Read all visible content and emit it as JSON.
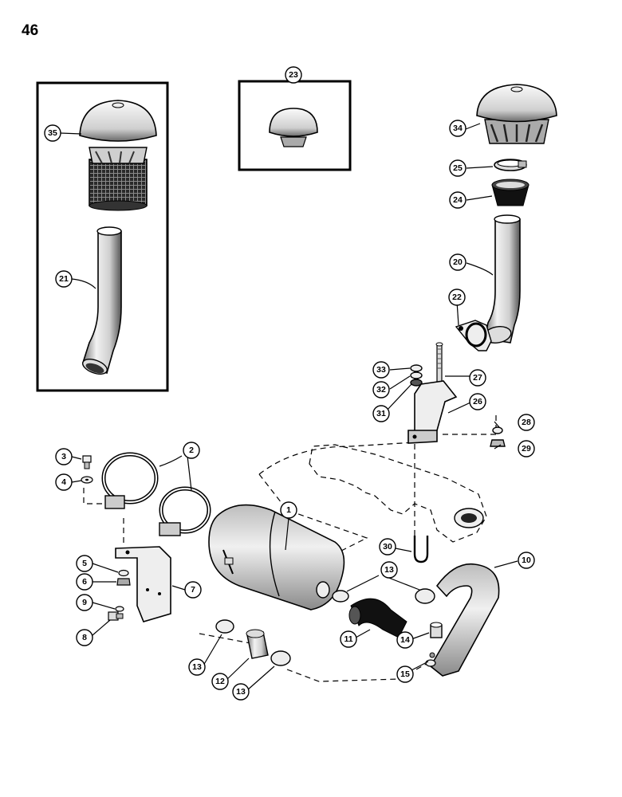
{
  "page": {
    "number": "46"
  },
  "callouts": {
    "c1": "1",
    "c2": "2",
    "c3": "3",
    "c4": "4",
    "c5": "5",
    "c6": "6",
    "c7": "7",
    "c8": "8",
    "c9": "9",
    "c10": "10",
    "c11": "11",
    "c12": "12",
    "c13a": "13",
    "c13b": "13",
    "c13c": "13",
    "c14": "14",
    "c15": "15",
    "c20": "20",
    "c21": "21",
    "c22": "22",
    "c23": "23",
    "c24": "24",
    "c25": "25",
    "c26": "26",
    "c27": "27",
    "c28": "28",
    "c29": "29",
    "c30": "30",
    "c31": "31",
    "c32": "32",
    "c33": "33",
    "c34": "34",
    "c35": "35"
  }
}
